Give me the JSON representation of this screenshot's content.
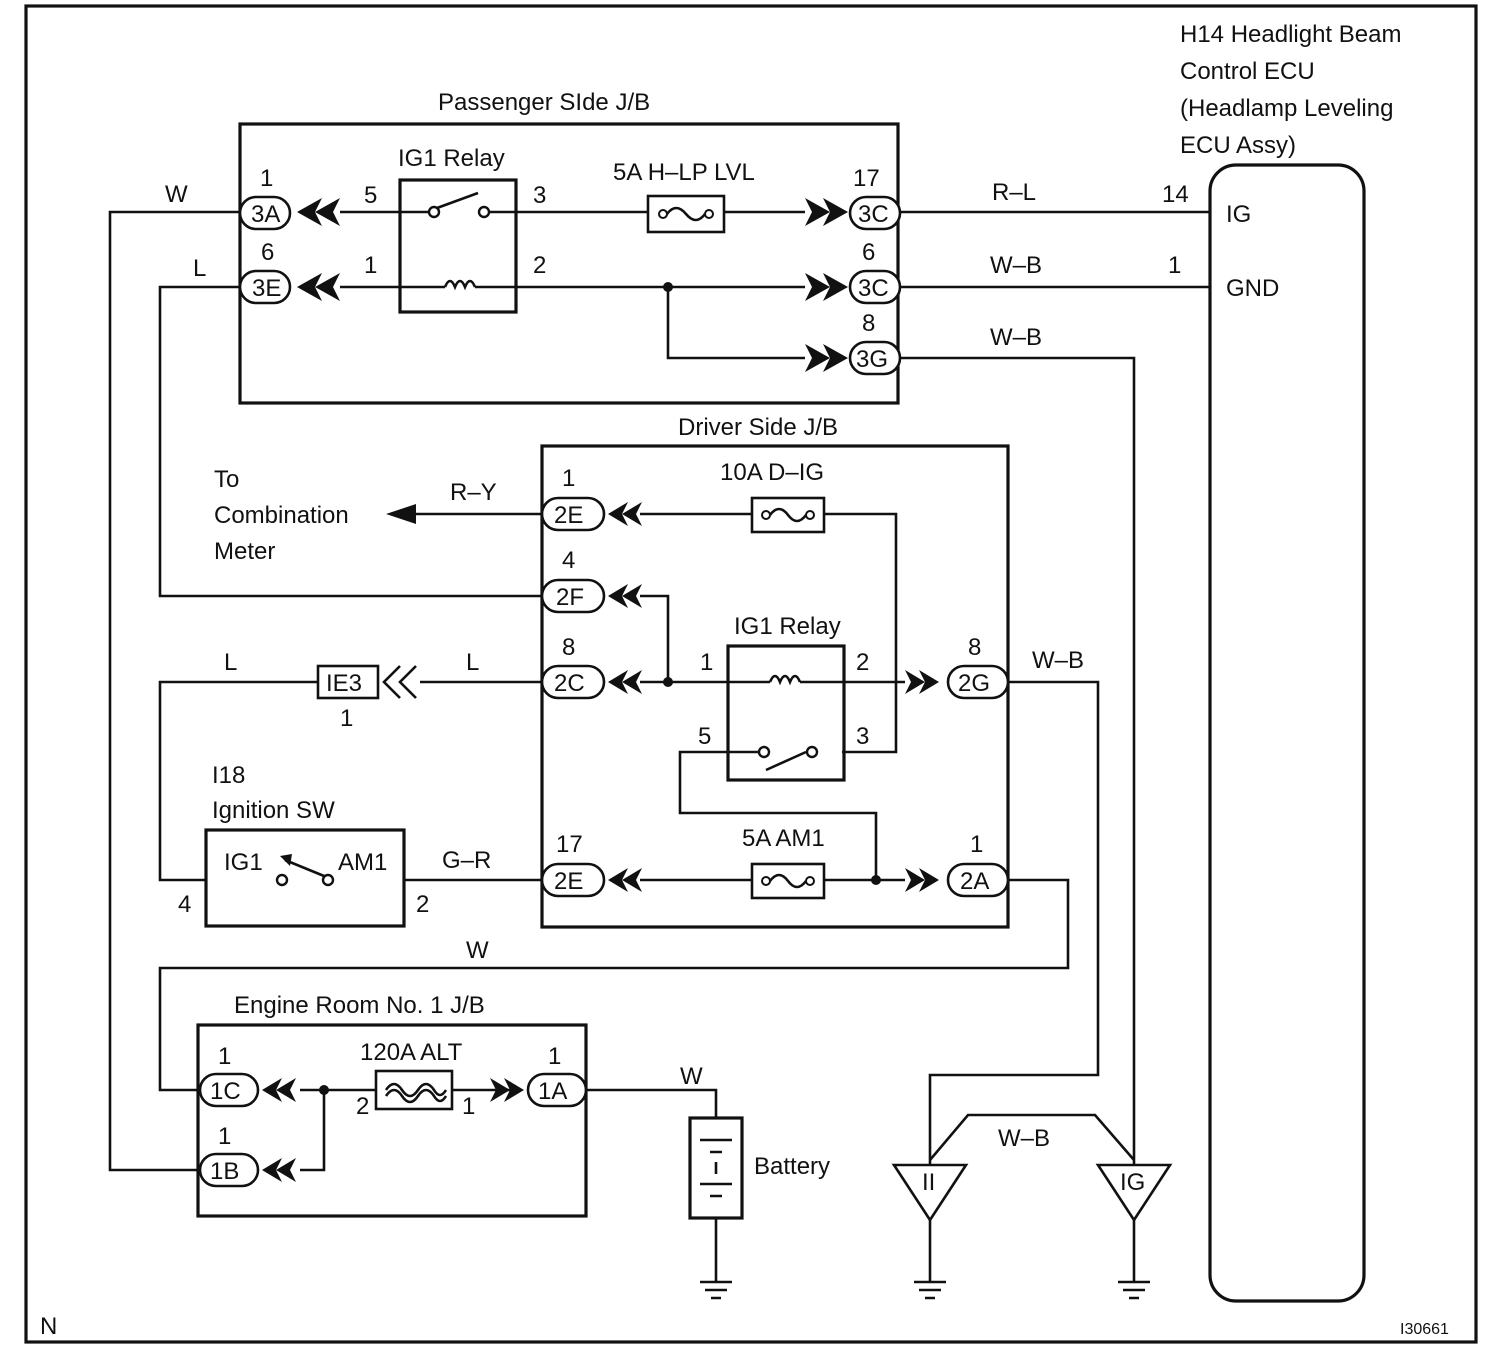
{
  "ecu": {
    "title_lines": [
      "H14 Headlight Beam",
      "Control ECU",
      "(Headlamp Leveling",
      "ECU Assy)"
    ],
    "pin_ig_num": "14",
    "pin_ig_label": "IG",
    "pin_gnd_num": "1",
    "pin_gnd_label": "GND"
  },
  "passenger_jb": {
    "title": "Passenger SIde J/B",
    "relay_title": "IG1 Relay",
    "relay_pins": {
      "p5": "5",
      "p3": "3",
      "p1": "1",
      "p2": "2"
    },
    "fuse": "5A H–LP LVL",
    "conn_3A": {
      "id": "3A",
      "pin": "1"
    },
    "conn_3E": {
      "id": "3E",
      "pin": "6"
    },
    "conn_3C_17": {
      "id": "3C",
      "pin": "17"
    },
    "conn_3C_6": {
      "id": "3C",
      "pin": "6"
    },
    "conn_3G": {
      "id": "3G",
      "pin": "8"
    }
  },
  "driver_jb": {
    "title": "Driver Side J/B",
    "fuse_dig": "10A D–IG",
    "fuse_am1": "5A AM1",
    "relay_title": "IG1 Relay",
    "relay_pins": {
      "p1": "1",
      "p2": "2",
      "p5": "5",
      "p3": "3"
    },
    "conn_2E_1": {
      "id": "2E",
      "pin": "1"
    },
    "conn_2F": {
      "id": "2F",
      "pin": "4"
    },
    "conn_2C": {
      "id": "2C",
      "pin": "8"
    },
    "conn_2G": {
      "id": "2G",
      "pin": "8"
    },
    "conn_2E_17": {
      "id": "2E",
      "pin": "17"
    },
    "conn_2A": {
      "id": "2A",
      "pin": "1"
    }
  },
  "engine_jb": {
    "title": "Engine Room No. 1 J/B",
    "fuse": "120A ALT",
    "fuse_pin_left": "2",
    "fuse_pin_right": "1",
    "conn_1C": {
      "id": "1C",
      "pin": "1"
    },
    "conn_1B": {
      "id": "1B",
      "pin": "1"
    },
    "conn_1A": {
      "id": "1A",
      "pin": "1"
    }
  },
  "ignition_sw": {
    "line1": "I18",
    "line2": "Ignition SW",
    "ig1": "IG1",
    "am1": "AM1",
    "pin_left": "4",
    "pin_right": "2"
  },
  "connector_ie3": {
    "id": "IE3",
    "pin": "1"
  },
  "battery": {
    "label": "Battery"
  },
  "combination_meter": [
    "To",
    "Combination",
    "Meter"
  ],
  "grounds": {
    "left": "II",
    "right": "IG"
  },
  "wires": {
    "w_top": "W",
    "l_top": "L",
    "rl": "R–L",
    "wb_gnd": "W–B",
    "wb_3g": "W–B",
    "ry": "R–Y",
    "l_ie3_left": "L",
    "l_ie3_right": "L",
    "wb_2g": "W–B",
    "gr": "G–R",
    "w_mid": "W",
    "w_batt": "W",
    "wb_bottom": "W–B"
  },
  "footer": {
    "left": "N",
    "right": "I30661"
  }
}
